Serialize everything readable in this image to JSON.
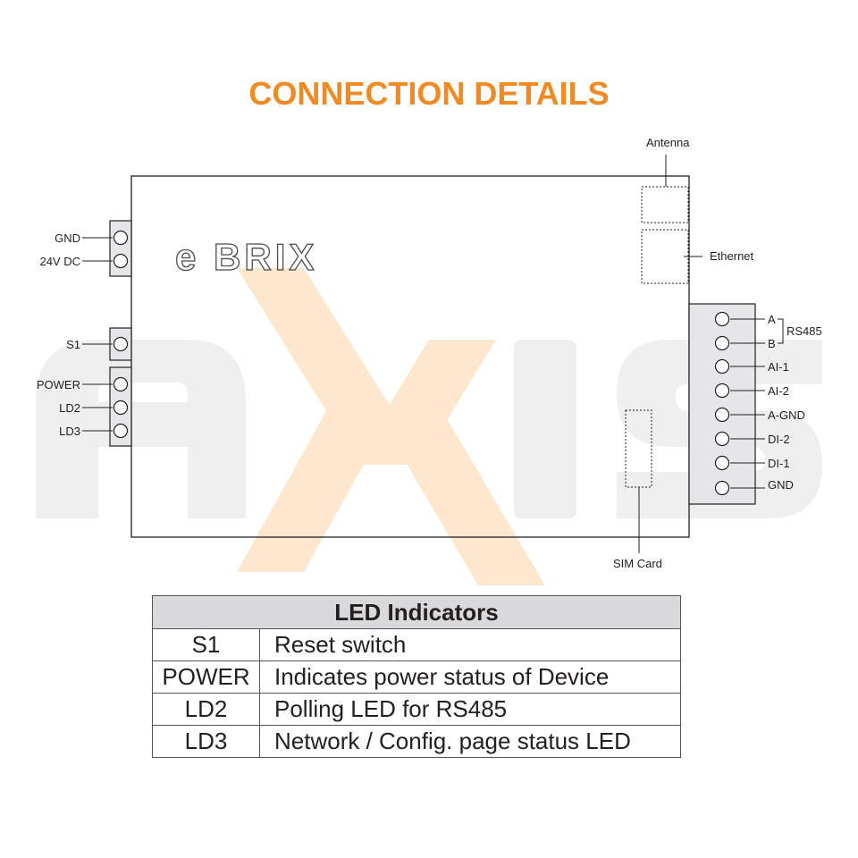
{
  "title": "CONNECTION DETAILS",
  "watermark": {
    "text": "AXIS",
    "color": "#efeff0",
    "accent": "#fde7cf"
  },
  "device": {
    "brand": "e BRIX"
  },
  "left_terminals": {
    "power": [
      "GND",
      "24V DC"
    ],
    "switch": [
      "S1"
    ],
    "leds": [
      "POWER",
      "LD2",
      "LD3"
    ]
  },
  "right_terminals": [
    "A",
    "B",
    "AI-1",
    "AI-2",
    "A-GND",
    "DI-2",
    "DI-1",
    "GND"
  ],
  "rs485_label": "RS485",
  "ports": {
    "antenna": "Antenna",
    "ethernet": "Ethernet",
    "sim": "SIM Card"
  },
  "led_table": {
    "header": "LED Indicators",
    "rows": [
      {
        "name": "S1",
        "desc": "Reset switch"
      },
      {
        "name": "POWER",
        "desc": "Indicates power status of Device"
      },
      {
        "name": "LD2",
        "desc": "Polling LED for RS485"
      },
      {
        "name": "LD3",
        "desc": "Network / Config. page status LED"
      }
    ]
  },
  "colors": {
    "title": "#f08a24",
    "line": "#231f20",
    "block": "#e6e6e8",
    "table_header": "#d9d9db"
  }
}
